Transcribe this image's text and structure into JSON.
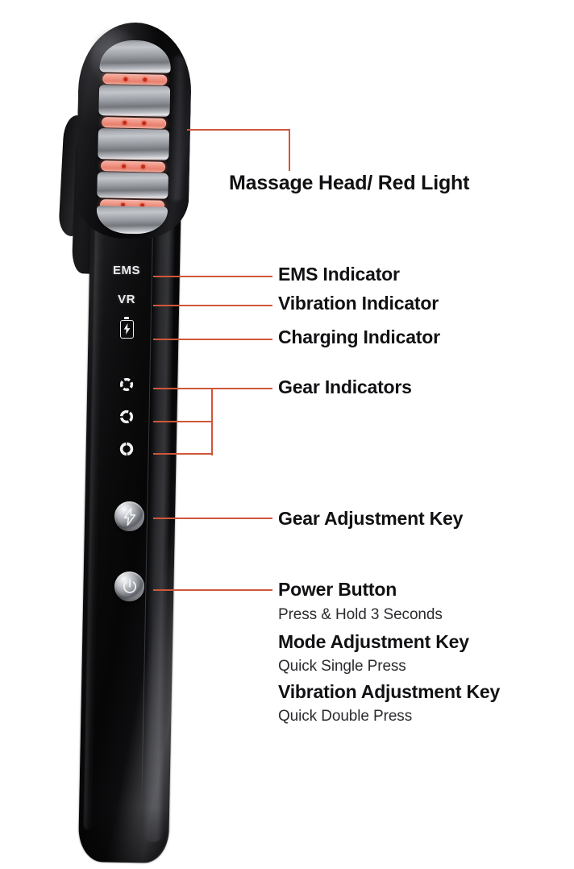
{
  "page": {
    "title": "Beauty Device Feature Callout Diagram",
    "background_color": "#ffffff",
    "leader_line_color": "#d0573a",
    "label_text_color": "#111114",
    "subtext_color": "#2c2c30"
  },
  "device": {
    "name": "Red light therapy EMS beauty wand",
    "body_color": "#0a0a0b",
    "head": {
      "plates": [
        {
          "id": "plate-top",
          "shape": "dome"
        },
        {
          "id": "plate-mid-1",
          "shape": "rounded-rect"
        },
        {
          "id": "plate-mid-2",
          "shape": "rounded-rect"
        },
        {
          "id": "plate-mid-3",
          "shape": "rounded-rect"
        },
        {
          "id": "plate-bottom",
          "shape": "dome"
        }
      ],
      "light_bars": [
        {
          "id": "light-bar-1",
          "color": "#f09686",
          "led_count": 2,
          "led_color": "#c32a16"
        },
        {
          "id": "light-bar-2",
          "color": "#f0968e",
          "led_count": 2,
          "led_color": "#c32a16"
        },
        {
          "id": "light-bar-3",
          "color": "#f09586",
          "led_count": 2,
          "led_color": "#c32a16"
        },
        {
          "id": "light-bar-4",
          "color": "#f0968e",
          "led_count": 2,
          "led_color": "#c32a16"
        }
      ]
    },
    "indicators": [
      {
        "id": "ems-indicator",
        "type": "text",
        "text": "EMS"
      },
      {
        "id": "vibration-indicator",
        "type": "text",
        "text": "VR"
      },
      {
        "id": "charging-indicator",
        "type": "icon",
        "icon": "battery-bolt-icon"
      },
      {
        "id": "gear-indicator-1",
        "type": "icon",
        "icon": "gear-ring-4-segment-icon"
      },
      {
        "id": "gear-indicator-2",
        "type": "icon",
        "icon": "gear-ring-3-segment-icon"
      },
      {
        "id": "gear-indicator-3",
        "type": "icon",
        "icon": "gear-ring-2-segment-icon"
      }
    ],
    "buttons": [
      {
        "id": "gear-adjustment-button",
        "icon": "lightning-bolt-icon"
      },
      {
        "id": "power-button",
        "icon": "power-symbol-icon"
      }
    ]
  },
  "callouts": [
    {
      "id": "massage-head",
      "title": "Massage Head/ Red Light",
      "subtitle": null
    },
    {
      "id": "ems-indicator",
      "title": "EMS Indicator",
      "subtitle": null
    },
    {
      "id": "vibration-indicator",
      "title": "Vibration Indicator",
      "subtitle": null
    },
    {
      "id": "charging-indicator",
      "title": "Charging Indicator",
      "subtitle": null
    },
    {
      "id": "gear-indicators",
      "title": "Gear Indicators",
      "subtitle": null
    },
    {
      "id": "gear-adjustment-key",
      "title": "Gear Adjustment Key",
      "subtitle": null
    },
    {
      "id": "power-button",
      "title": "Power Button",
      "subtitle": "Press & Hold 3 Seconds"
    },
    {
      "id": "mode-adjustment-key",
      "title": "Mode Adjustment Key",
      "subtitle": "Quick Single Press"
    },
    {
      "id": "vibration-adjustment-key",
      "title": "Vibration Adjustment Key",
      "subtitle": "Quick Double Press"
    }
  ]
}
